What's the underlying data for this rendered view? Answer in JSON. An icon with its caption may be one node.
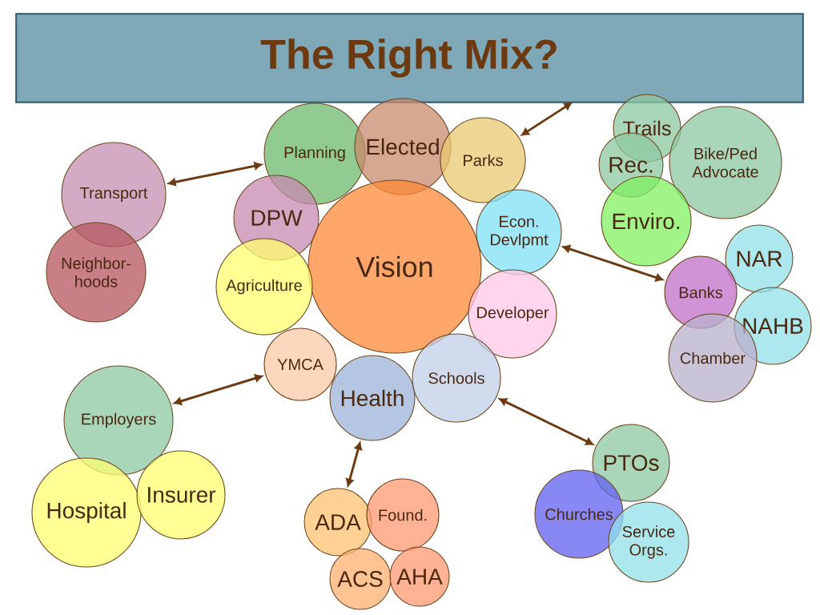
{
  "diagram": {
    "title": "The Right Mix?",
    "nodes": [
      {
        "text": [
          "Transport"
        ]
      },
      {
        "text": [
          "Neighbor- hoods"
        ]
      },
      {
        "text": [
          "Planning"
        ]
      },
      {
        "text": [
          "Elected"
        ]
      },
      {
        "text": [
          "DPW"
        ]
      },
      {
        "text": [
          "Parks"
        ]
      },
      {
        "text": [
          "Vision"
        ]
      },
      {
        "text": [
          "Econ. Devlpmt"
        ]
      },
      {
        "text": [
          "Agriculture"
        ]
      },
      {
        "text": [
          "Developer"
        ]
      },
      {
        "text": [
          "YMCA"
        ]
      },
      {
        "text": [
          "Health"
        ]
      },
      {
        "text": [
          "Schools"
        ]
      },
      {
        "text": [
          "Trails"
        ]
      },
      {
        "text": [
          "Bike/Ped Advocate"
        ]
      },
      {
        "text": [
          "Rec."
        ]
      },
      {
        "text": [
          "Enviro."
        ]
      },
      {
        "text": [
          "NAR"
        ]
      },
      {
        "text": [
          "Banks"
        ]
      },
      {
        "text": [
          "NAHB"
        ]
      },
      {
        "text": [
          "Chamber"
        ]
      },
      {
        "text": [
          "Employers"
        ]
      },
      {
        "text": [
          "Hospital"
        ]
      },
      {
        "text": [
          "Insurer"
        ]
      },
      {
        "text": [
          "ADA"
        ]
      },
      {
        "text": [
          "Found."
        ]
      },
      {
        "text": [
          "ACS"
        ]
      },
      {
        "text": [
          "AHA"
        ]
      },
      {
        "text": [
          "PTOs"
        ]
      },
      {
        "text": [
          "Churches"
        ]
      },
      {
        "text": [
          "Service Orgs."
        ]
      }
    ],
    "edges": [
      {
        "from": 0,
        "to": 2,
        "arrow": "both"
      },
      {
        "from": 5,
        "to": null,
        "arrow": "both"
      },
      {
        "from": 7,
        "to": 18,
        "arrow": "both"
      },
      {
        "from": 21,
        "to": 10,
        "arrow": "both"
      },
      {
        "from": 11,
        "to": 24,
        "arrow": "both"
      },
      {
        "from": 12,
        "to": 28,
        "arrow": "both"
      }
    ]
  }
}
